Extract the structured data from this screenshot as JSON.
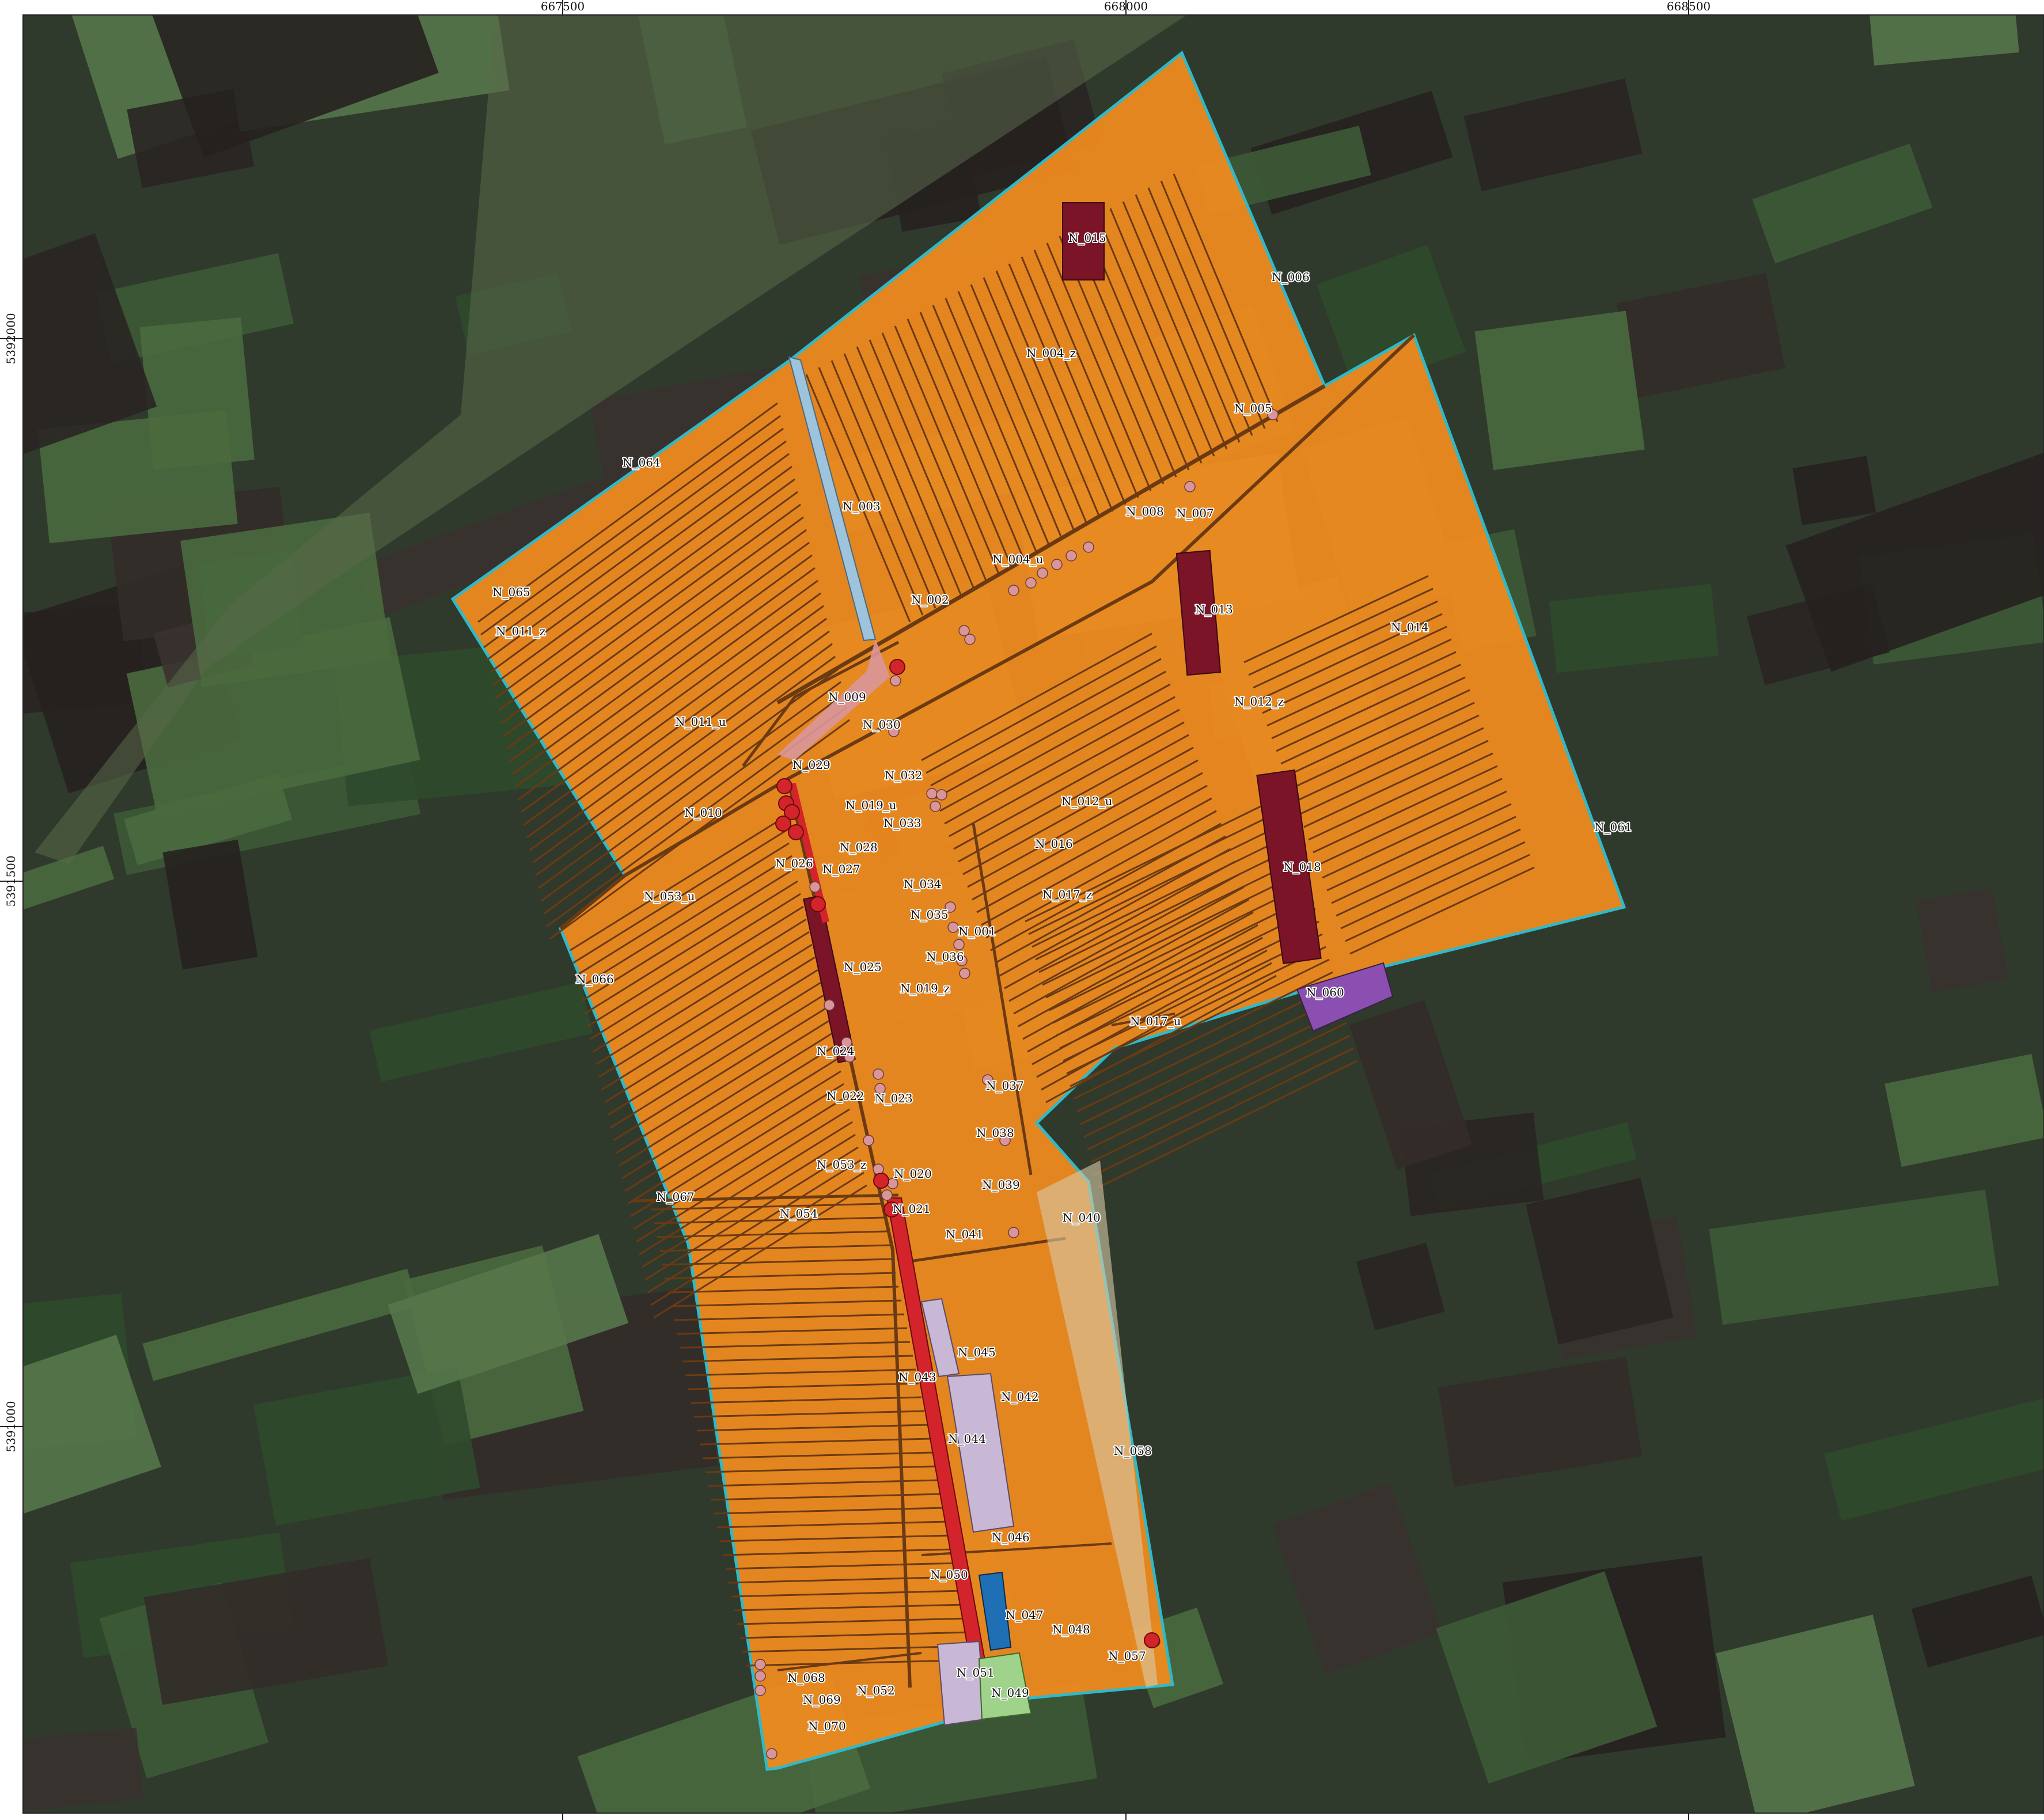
{
  "grid": {
    "x_ticks": [
      "667500",
      "668000",
      "668500"
    ],
    "y_ticks": [
      "5392000",
      "5391500",
      "5391000"
    ]
  },
  "colors": {
    "site_fill": "#f28c1f",
    "site_outline": "#2fb9c9",
    "trench": "#6b3a12",
    "dark_block": "#7a1426",
    "red_object": "#d4242b",
    "pink_object": "#d9969a",
    "purple_block": "#8a4fb0",
    "lilac_block": "#c9b7d6",
    "blue_block": "#1f6fb5",
    "green_block": "#9fd28a",
    "light_blue_channel": "#9ec3dc"
  },
  "features": [
    {
      "id": "N_015"
    },
    {
      "id": "N_006"
    },
    {
      "id": "N_004_z"
    },
    {
      "id": "N_005"
    },
    {
      "id": "N_064"
    },
    {
      "id": "N_003"
    },
    {
      "id": "N_008"
    },
    {
      "id": "N_007"
    },
    {
      "id": "N_004_u"
    },
    {
      "id": "N_065"
    },
    {
      "id": "N_002"
    },
    {
      "id": "N_013"
    },
    {
      "id": "N_011_z"
    },
    {
      "id": "N_014"
    },
    {
      "id": "N_009"
    },
    {
      "id": "N_012_z"
    },
    {
      "id": "N_011_u"
    },
    {
      "id": "N_030"
    },
    {
      "id": "N_029"
    },
    {
      "id": "N_032"
    },
    {
      "id": "N_019_u"
    },
    {
      "id": "N_012_u"
    },
    {
      "id": "N_010"
    },
    {
      "id": "N_033"
    },
    {
      "id": "N_061"
    },
    {
      "id": "N_028"
    },
    {
      "id": "N_016"
    },
    {
      "id": "N_026"
    },
    {
      "id": "N_027"
    },
    {
      "id": "N_018"
    },
    {
      "id": "N_034"
    },
    {
      "id": "N_053_u"
    },
    {
      "id": "N_017_z"
    },
    {
      "id": "N_035"
    },
    {
      "id": "N_001"
    },
    {
      "id": "N_036"
    },
    {
      "id": "N_025"
    },
    {
      "id": "N_066"
    },
    {
      "id": "N_019_z"
    },
    {
      "id": "N_060"
    },
    {
      "id": "N_017_u"
    },
    {
      "id": "N_024"
    },
    {
      "id": "N_037"
    },
    {
      "id": "N_022"
    },
    {
      "id": "N_023"
    },
    {
      "id": "N_038"
    },
    {
      "id": "N_053_z"
    },
    {
      "id": "N_020"
    },
    {
      "id": "N_039"
    },
    {
      "id": "N_067"
    },
    {
      "id": "N_021"
    },
    {
      "id": "N_054"
    },
    {
      "id": "N_040"
    },
    {
      "id": "N_041"
    },
    {
      "id": "N_045"
    },
    {
      "id": "N_043"
    },
    {
      "id": "N_042"
    },
    {
      "id": "N_044"
    },
    {
      "id": "N_058"
    },
    {
      "id": "N_046"
    },
    {
      "id": "N_050"
    },
    {
      "id": "N_047"
    },
    {
      "id": "N_048"
    },
    {
      "id": "N_057"
    },
    {
      "id": "N_051"
    },
    {
      "id": "N_068"
    },
    {
      "id": "N_049"
    },
    {
      "id": "N_069"
    },
    {
      "id": "N_052"
    },
    {
      "id": "N_070"
    }
  ]
}
